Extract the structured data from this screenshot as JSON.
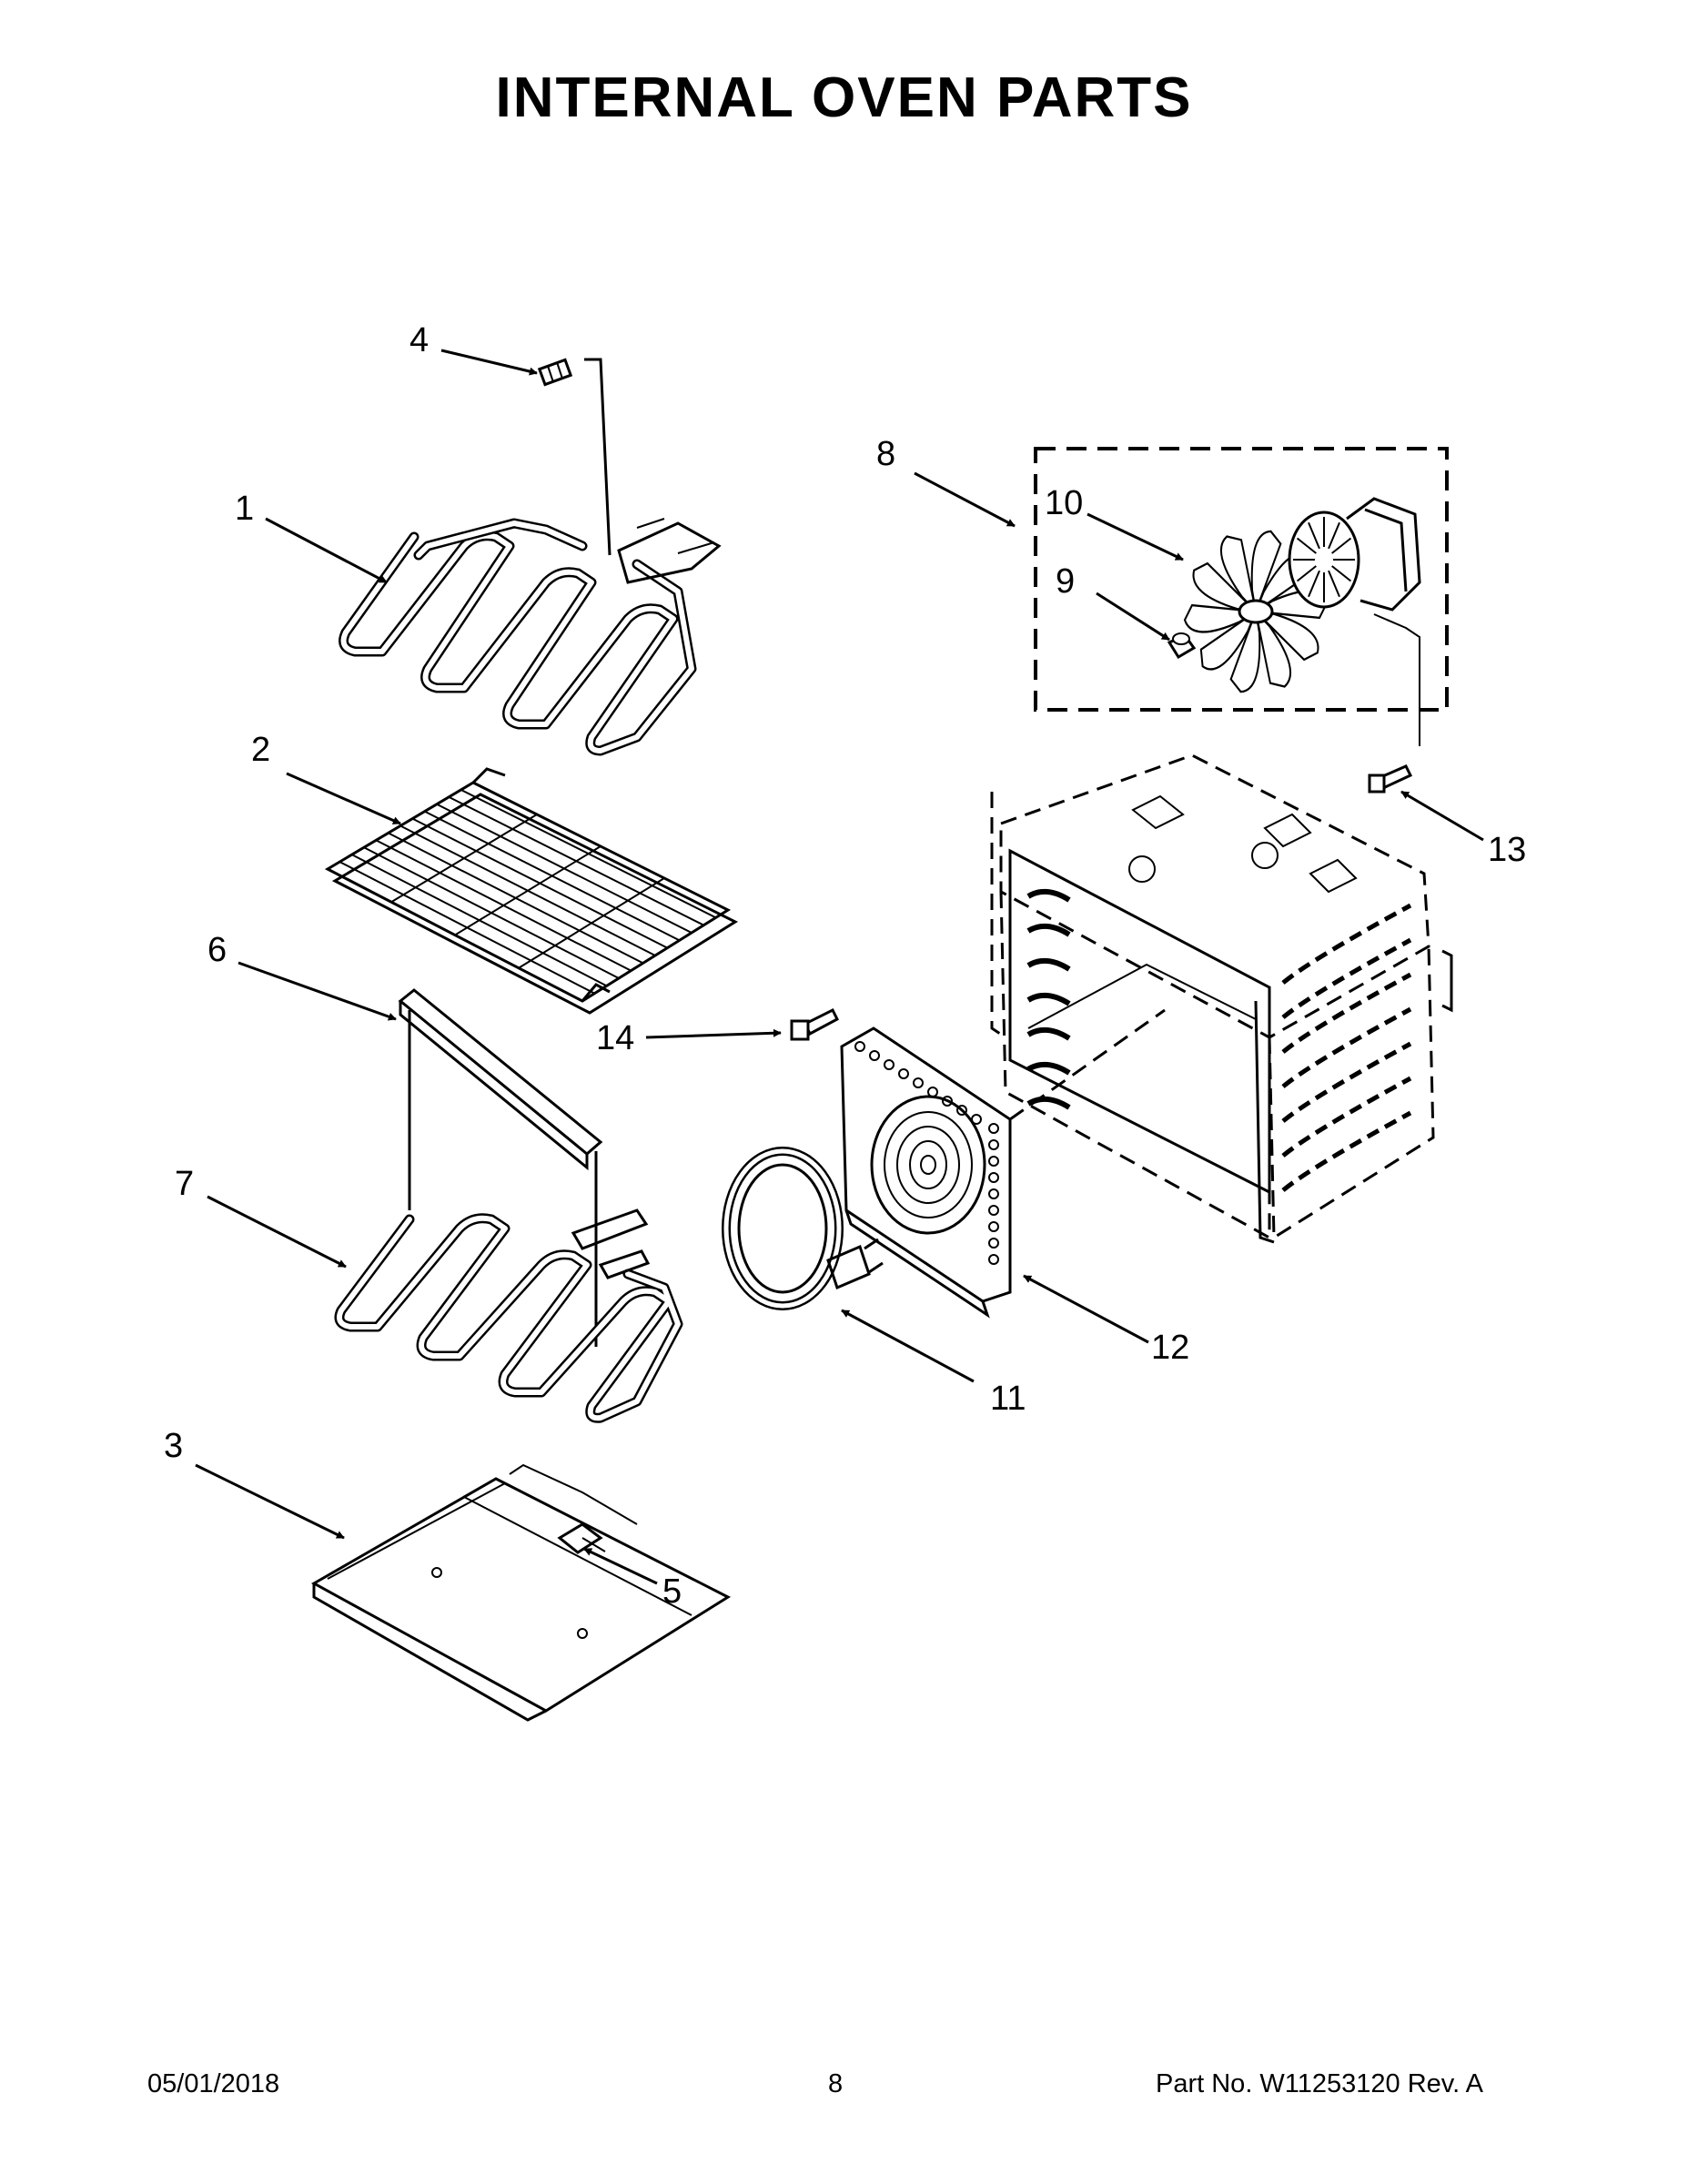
{
  "title": "INTERNAL OVEN PARTS",
  "callouts": [
    {
      "id": "c1",
      "label": "1"
    },
    {
      "id": "c2",
      "label": "2"
    },
    {
      "id": "c3",
      "label": "3"
    },
    {
      "id": "c4",
      "label": "4"
    },
    {
      "id": "c5",
      "label": "5"
    },
    {
      "id": "c6",
      "label": "6"
    },
    {
      "id": "c7",
      "label": "7"
    },
    {
      "id": "c8",
      "label": "8"
    },
    {
      "id": "c9",
      "label": "9"
    },
    {
      "id": "c10",
      "label": "10"
    },
    {
      "id": "c11",
      "label": "11"
    },
    {
      "id": "c12",
      "label": "12"
    },
    {
      "id": "c13",
      "label": "13"
    },
    {
      "id": "c14",
      "label": "14"
    }
  ],
  "footer": {
    "date": "05/01/2018",
    "page": "8",
    "part_no": "Part No.  W11253120  Rev.  A"
  }
}
